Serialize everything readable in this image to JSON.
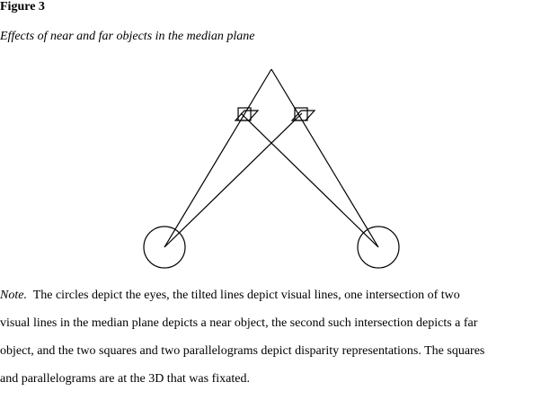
{
  "figure": {
    "label": "Figure 3",
    "title": "Effects of near and far objects in the median plane"
  },
  "note": {
    "label": "Note.",
    "lines": [
      "  The circles depict the eyes, the tilted lines depict visual lines, one intersection of two",
      "visual lines in the median plane depicts a near object, the second such intersection depicts a far",
      "object, and the two squares and two parallelograms depict disparity representations.  The squares",
      "and parallelograms are at the 3D that was fixated."
    ]
  },
  "diagram": {
    "eyes": [
      "left-eye",
      "right-eye"
    ],
    "visual_lines": 4,
    "intersections": [
      "near-object",
      "far-object"
    ],
    "disparity_representations": [
      "square",
      "parallelogram",
      "square",
      "parallelogram"
    ]
  }
}
